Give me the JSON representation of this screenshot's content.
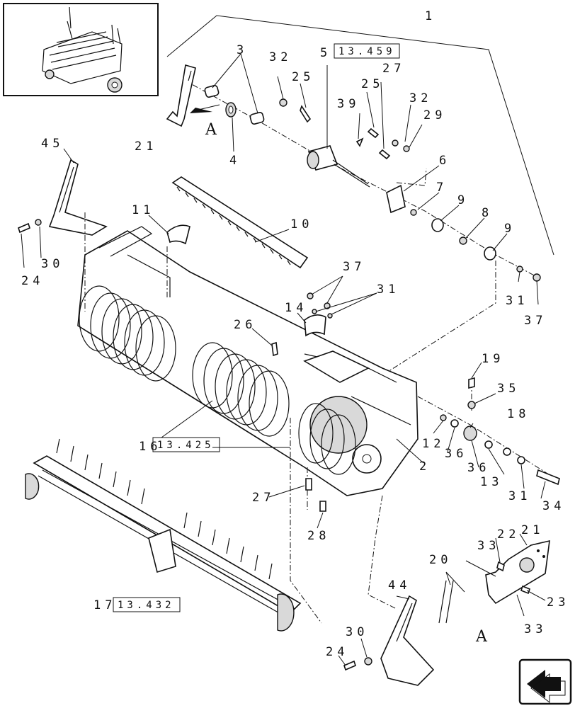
{
  "callouts": [
    {
      "id": "c1",
      "text": "1"
    },
    {
      "id": "c2",
      "text": "2"
    },
    {
      "id": "c3",
      "text": "3"
    },
    {
      "id": "c4",
      "text": "4"
    },
    {
      "id": "c5",
      "text": "5"
    },
    {
      "id": "c6",
      "text": "6"
    },
    {
      "id": "c7",
      "text": "7"
    },
    {
      "id": "c8",
      "text": "8"
    },
    {
      "id": "c9a",
      "text": "9"
    },
    {
      "id": "c9b",
      "text": "9"
    },
    {
      "id": "c10",
      "text": "10"
    },
    {
      "id": "c11",
      "text": "11"
    },
    {
      "id": "c12",
      "text": "12"
    },
    {
      "id": "c13",
      "text": "13"
    },
    {
      "id": "c14",
      "text": "14"
    },
    {
      "id": "c16",
      "text": "16"
    },
    {
      "id": "c17",
      "text": "17"
    },
    {
      "id": "c18",
      "text": "18"
    },
    {
      "id": "c19",
      "text": "19"
    },
    {
      "id": "c20",
      "text": "20"
    },
    {
      "id": "c21a",
      "text": "21"
    },
    {
      "id": "c21b",
      "text": "21"
    },
    {
      "id": "c22",
      "text": "22"
    },
    {
      "id": "c23",
      "text": "23"
    },
    {
      "id": "c24a",
      "text": "24"
    },
    {
      "id": "c24b",
      "text": "24"
    },
    {
      "id": "c25a",
      "text": "25"
    },
    {
      "id": "c25b",
      "text": "25"
    },
    {
      "id": "c26",
      "text": "26"
    },
    {
      "id": "c27a",
      "text": "27"
    },
    {
      "id": "c27b",
      "text": "27"
    },
    {
      "id": "c28",
      "text": "28"
    },
    {
      "id": "c29",
      "text": "29"
    },
    {
      "id": "c30a",
      "text": "30"
    },
    {
      "id": "c30b",
      "text": "30"
    },
    {
      "id": "c31a",
      "text": "31"
    },
    {
      "id": "c31b",
      "text": "31"
    },
    {
      "id": "c31c",
      "text": "31"
    },
    {
      "id": "c32a",
      "text": "32"
    },
    {
      "id": "c32b",
      "text": "32"
    },
    {
      "id": "c33a",
      "text": "33"
    },
    {
      "id": "c33b",
      "text": "33"
    },
    {
      "id": "c34",
      "text": "34"
    },
    {
      "id": "c35",
      "text": "35"
    },
    {
      "id": "c36a",
      "text": "36"
    },
    {
      "id": "c36b",
      "text": "36"
    },
    {
      "id": "c37a",
      "text": "37"
    },
    {
      "id": "c37b",
      "text": "37"
    },
    {
      "id": "c39",
      "text": "39"
    },
    {
      "id": "c44",
      "text": "44"
    },
    {
      "id": "c45",
      "text": "45"
    }
  ],
  "refs": [
    {
      "id": "r5",
      "text": "13.459"
    },
    {
      "id": "r16",
      "text": "13.425"
    },
    {
      "id": "r17",
      "text": "13.432"
    }
  ],
  "view_labels": {
    "detail_a_top": "A",
    "detail_a_bottom": "A"
  },
  "icons": {
    "thumbnail": "machine-thumbnail-icon",
    "nav": "previous-page-arrow-icon"
  }
}
